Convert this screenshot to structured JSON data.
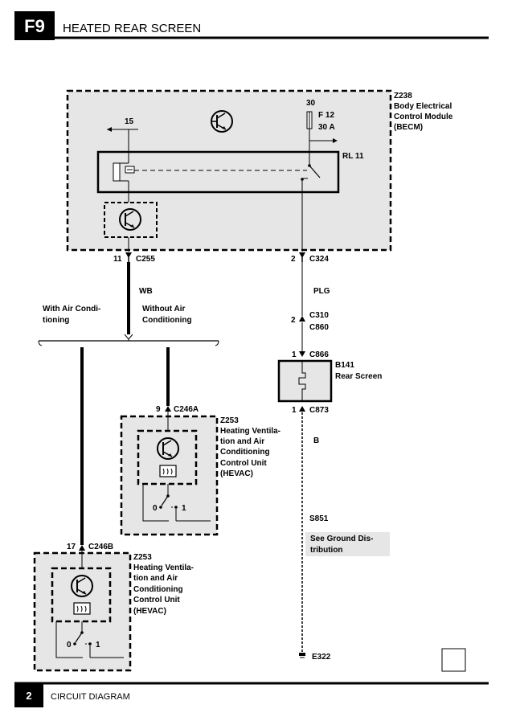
{
  "header": {
    "section_code": "F9",
    "title": "HEATED REAR SCREEN"
  },
  "footer": {
    "page_number": "2",
    "label": "CIRCUIT DIAGRAM"
  },
  "becm": {
    "id": "Z238",
    "name_lines": [
      "Body Electrical",
      "Control Module",
      "(BECM)"
    ],
    "feed_number": "15",
    "supply_number": "30",
    "fuse_id": "F 12",
    "fuse_rating": "30 A",
    "relay_id": "RL 11"
  },
  "connectors": {
    "c255": {
      "pin": "11",
      "name": "C255"
    },
    "c324": {
      "pin": "2",
      "name": "C324"
    },
    "c310": {
      "pin": "2",
      "name": "C310",
      "alt": "C860"
    },
    "c866": {
      "pin": "1",
      "name": "C866"
    },
    "c873": {
      "pin": "1",
      "name": "C873"
    },
    "c246a": {
      "pin": "9",
      "name": "C246A"
    },
    "c246b": {
      "pin": "17",
      "name": "C246B"
    }
  },
  "wires": {
    "left_color": "WB",
    "right_top_color": "PLG",
    "right_bottom_color": "B"
  },
  "branches": {
    "with_ac": [
      "With Air Condi-",
      "tioning"
    ],
    "without_ac": [
      "Without Air",
      "Conditioning"
    ]
  },
  "rear_screen": {
    "id": "B141",
    "name": "Rear Screen"
  },
  "hevac": {
    "id": "Z253",
    "name_lines": [
      "Heating Ventila-",
      "tion and Air",
      "Conditioning",
      "Control Unit",
      "(HEVAC)"
    ],
    "switch_off": "0",
    "switch_on": "1"
  },
  "splice": {
    "id": "S851"
  },
  "ground_note": [
    "See Ground Dis-",
    "tribution"
  ],
  "ground": {
    "id": "E322"
  }
}
